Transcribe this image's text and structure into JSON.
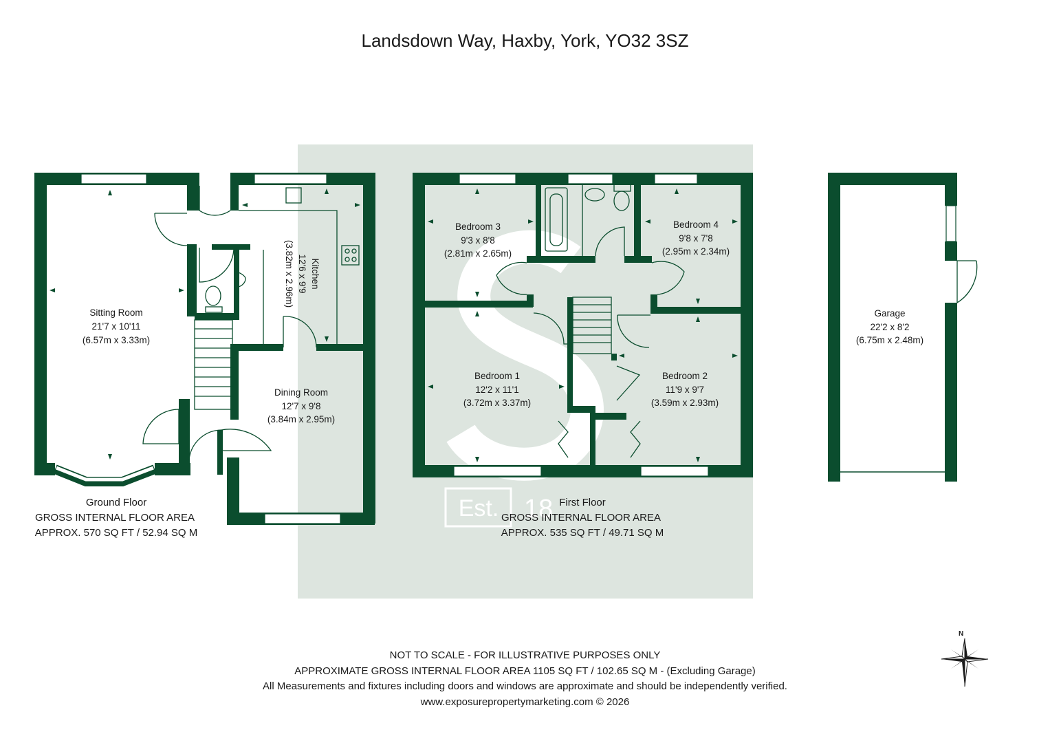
{
  "title": "Landsdown Way, Haxby, York, YO32 3SZ",
  "colors": {
    "wall": "#0b4d2e",
    "watermark": "#dde5df",
    "text": "#1a1a1a"
  },
  "rooms": {
    "sitting_room": {
      "name": "Sitting Room",
      "imperial": "21'7 x 10'11",
      "metric": "(6.57m x 3.33m)"
    },
    "kitchen": {
      "name": "Kitchen",
      "imperial": "12'6 x 9'9",
      "metric": "(3.82m x 2.96m)"
    },
    "dining_room": {
      "name": "Dining Room",
      "imperial": "12'7 x 9'8",
      "metric": "(3.84m x 2.95m)"
    },
    "bedroom_3": {
      "name": "Bedroom 3",
      "imperial": "9'3 x 8'8",
      "metric": "(2.81m x 2.65m)"
    },
    "bedroom_4": {
      "name": "Bedroom 4",
      "imperial": "9'8 x 7'8",
      "metric": "(2.95m x 2.34m)"
    },
    "bedroom_1": {
      "name": "Bedroom 1",
      "imperial": "12'2 x 11'1",
      "metric": "(3.72m x 3.37m)"
    },
    "bedroom_2": {
      "name": "Bedroom 2",
      "imperial": "11'9 x 9'7",
      "metric": "(3.59m x 2.93m)"
    },
    "garage": {
      "name": "Garage",
      "imperial": "22'2 x 8'2",
      "metric": "(6.75m x 2.48m)"
    }
  },
  "floors": {
    "ground": {
      "name": "Ground Floor",
      "area_label": "GROSS INTERNAL FLOOR AREA",
      "area": "APPROX. 570 SQ FT / 52.94 SQ M"
    },
    "first": {
      "name": "First Floor",
      "area_label": "GROSS INTERNAL FLOOR AREA",
      "area": "APPROX. 535 SQ FT / 49.71 SQ M"
    }
  },
  "watermark": {
    "stamp": "Est.",
    "year_partial": "18"
  },
  "compass": {
    "label": "N"
  },
  "footer": {
    "line1": "NOT TO SCALE - FOR ILLUSTRATIVE PURPOSES ONLY",
    "line2": "APPROXIMATE GROSS INTERNAL FLOOR AREA 1105 SQ FT / 102.65 SQ M - (Excluding Garage)",
    "line3": "All Measurements and fixtures including doors and windows are approximate and should be independently verified.",
    "line4": "www.exposurepropertymarketing.com © 2026"
  }
}
